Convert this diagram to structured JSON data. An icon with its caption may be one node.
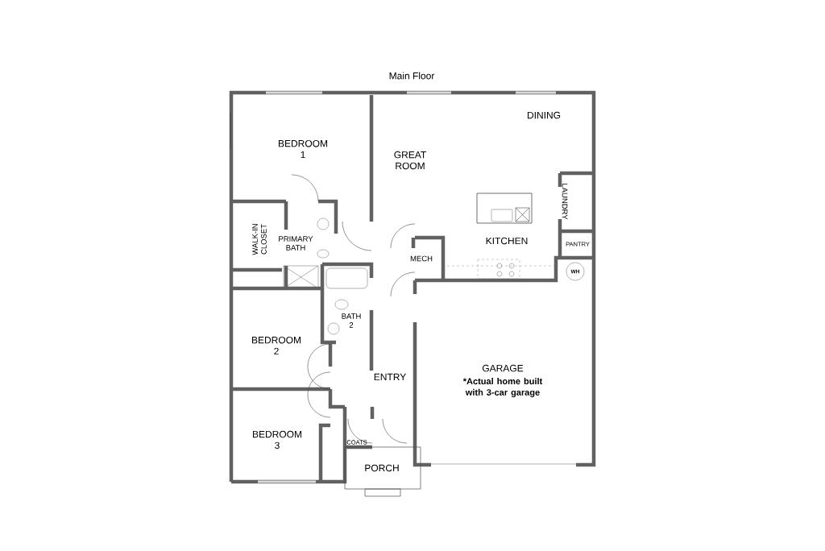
{
  "diagram": {
    "title": "Main Floor",
    "nodes": [
      {
        "text": [
          "BEDROOM 1"
        ]
      },
      {
        "text": [
          "GREAT ROOM"
        ]
      },
      {
        "text": [
          "DINING"
        ]
      },
      {
        "text": [
          "WALK-IN CLOSET"
        ]
      },
      {
        "text": [
          "PRIMARY BATH"
        ]
      },
      {
        "text": [
          "MECH"
        ]
      },
      {
        "text": [
          "KITCHEN"
        ]
      },
      {
        "text": [
          "LAUNDRY"
        ]
      },
      {
        "text": [
          "PANTRY"
        ]
      },
      {
        "text": [
          "WH"
        ]
      },
      {
        "text": [
          "BATH 2"
        ]
      },
      {
        "text": [
          "BEDROOM 2"
        ]
      },
      {
        "text": [
          "ENTRY"
        ]
      },
      {
        "text": [
          "GARAGE",
          "*Actual home built with 3-car garage"
        ]
      },
      {
        "text": [
          "BEDROOM 3"
        ]
      },
      {
        "text": [
          "COATS"
        ]
      },
      {
        "text": [
          "PORCH"
        ]
      }
    ]
  }
}
